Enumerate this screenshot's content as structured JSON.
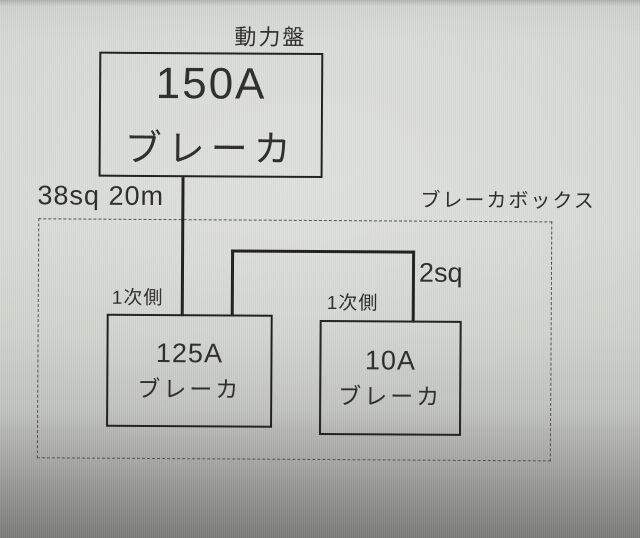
{
  "diagram": {
    "power_panel_label": "動力盤",
    "main_breaker": {
      "amperage": "150A",
      "type_label": "ブレーカ"
    },
    "main_feed_label": "38sq 20m",
    "breaker_box_label": "ブレーカボックス",
    "branch_wire_label": "2sq",
    "primary_side_left_label": "1次側",
    "primary_side_right_label": "1次側",
    "sub_breaker_left": {
      "amperage": "125A",
      "type_label": "ブレーカ"
    },
    "sub_breaker_right": {
      "amperage": "10A",
      "type_label": "ブレーカ"
    }
  },
  "colors": {
    "line": "#1f1f1d",
    "text": "#2c2c2a",
    "screen_light": "#d6d9d3",
    "screen_dark": "#7b7b79"
  }
}
